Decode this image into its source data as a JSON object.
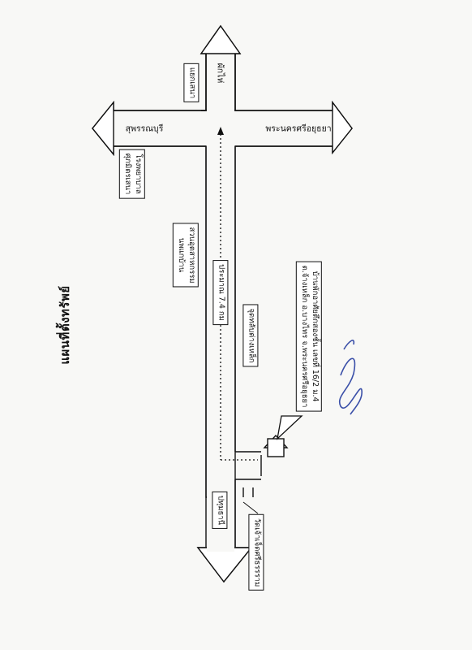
{
  "title": "แผนที่ตั้งทรัพย์",
  "roads": {
    "north": "ผักไห่",
    "west": "สุพรรณบุรี",
    "east": "พระนครศรีอยุธยา",
    "south": "ปทุมธานี",
    "junction": "แยกเสนา"
  },
  "landmarks": {
    "hospital_line1": "โรงพยาบาล",
    "hospital_line2": "ศุภมิตรเสนา",
    "park_line1": "สวนอุตสาหกรรม",
    "park_line2": "นพแกบ้าน",
    "temple": "วัดเจ้าเจ็ดศรีธรรราม",
    "bridge_point": "จุดทลับต่างเหล็ก"
  },
  "distance_label": "ประมาณ 7.4 กม",
  "property": {
    "line1": "บ้านพักอาศัยตึกสองชั้น  เลขที่ 16/2  ม.4",
    "line2": "ต.จ้างเหล็ก  อ.บางไทร  จ.พระนครศรีอยุธยา"
  },
  "colors": {
    "line": "#111111",
    "signature": "#3a4fa8"
  }
}
